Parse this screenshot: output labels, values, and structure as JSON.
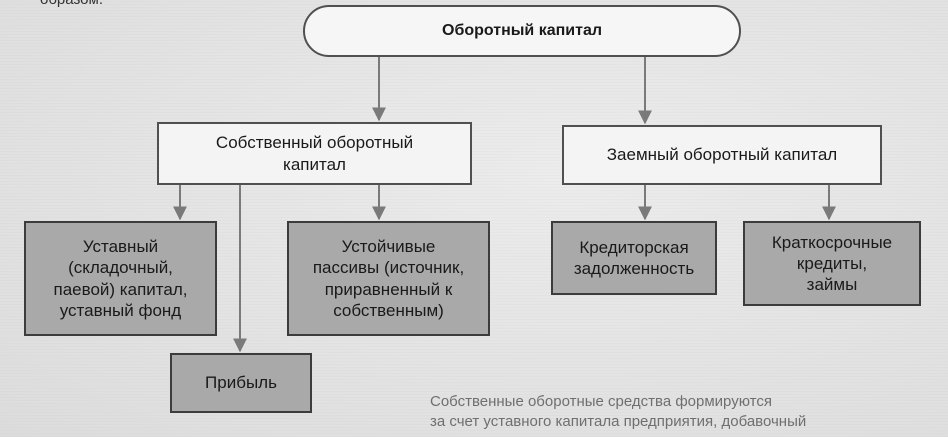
{
  "fragments": {
    "top": "образом.",
    "bottom_line1": "Собственные оборотные средства формируются",
    "bottom_line2": "за счет уставного капитала предприятия, добавочный"
  },
  "nodes": {
    "root": "Оборотный капитал",
    "own": "Собственный оборотный\nкапитал",
    "loan": "Заемный оборотный капитал",
    "charter": "Уставный\n(складочный,\nпаевой) капитал,\nуставный фонд",
    "sustain": "Устойчивые\nпассивы (источник,\nприравненный к\nсобственным)",
    "payable": "Кредиторская\nзадолженность",
    "credits": "Краткосрочные\nкредиты,\nзаймы",
    "profit": "Прибыль"
  },
  "colors": {
    "line": "#7a7a7a",
    "dark_box": "#a9a9a9",
    "light_box": "#f4f4f4"
  }
}
